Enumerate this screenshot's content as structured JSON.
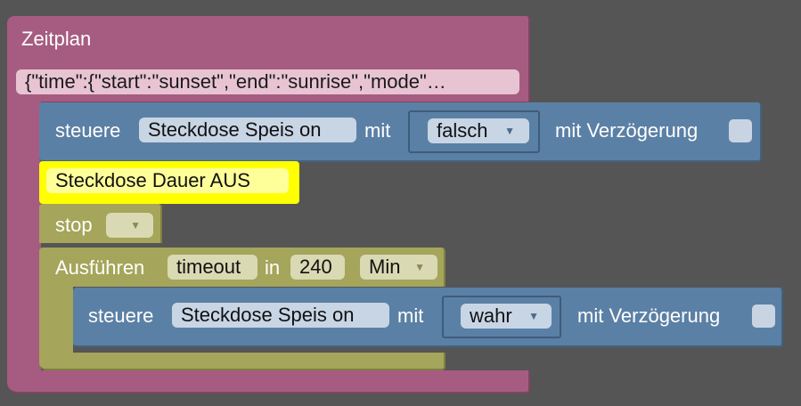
{
  "schedule": {
    "label": "Zeitplan",
    "value": "{\"time\":{\"start\":\"sunset\",\"end\":\"sunrise\",\"mode\"…"
  },
  "control_1": {
    "label": "steuere",
    "device": "Steckdose Speis on",
    "with_label": "mit",
    "value": "falsch",
    "delay_label": "mit Verzögerung"
  },
  "comment": {
    "text": "Steckdose Dauer AUS"
  },
  "stop": {
    "label": "stop",
    "value": ""
  },
  "timeout": {
    "label": "Ausführen",
    "name": "timeout",
    "in_label": "in",
    "duration": "240",
    "unit": "Min"
  },
  "control_2": {
    "label": "steuere",
    "device": "Steckdose Speis on",
    "with_label": "mit",
    "value": "wahr",
    "delay_label": "mit Verzögerung"
  },
  "icons": {
    "dropdown": "▼"
  },
  "colors": {
    "background": "#555555",
    "schedule_block": "#a65c81",
    "control_block": "#5b80a5",
    "comment_block": "#ffff00",
    "timeout_block": "#a5a55b"
  }
}
